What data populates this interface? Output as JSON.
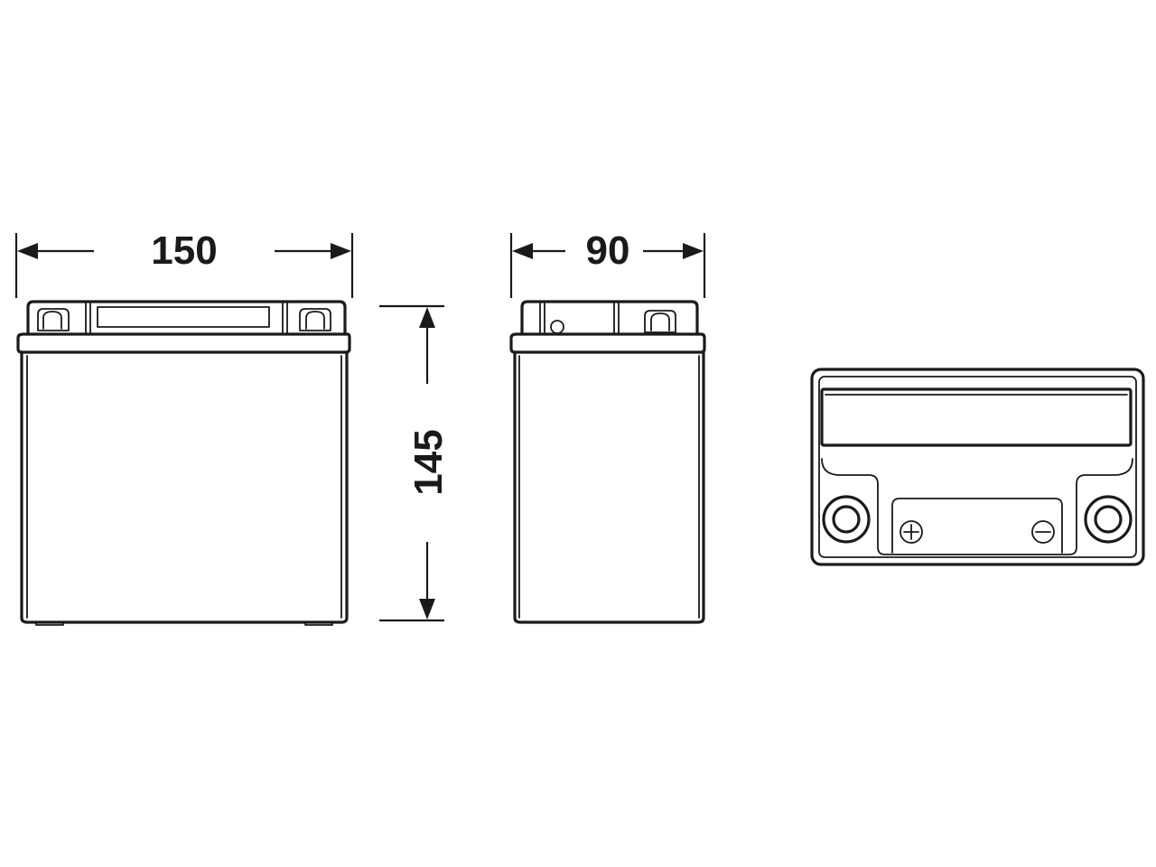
{
  "dimensions": {
    "length": "150",
    "width": "90",
    "height": "145"
  },
  "terminals": {
    "positive_symbol": "+",
    "negative_symbol": "−"
  },
  "colors": {
    "line": "#1a1a1a",
    "background": "#ffffff"
  }
}
